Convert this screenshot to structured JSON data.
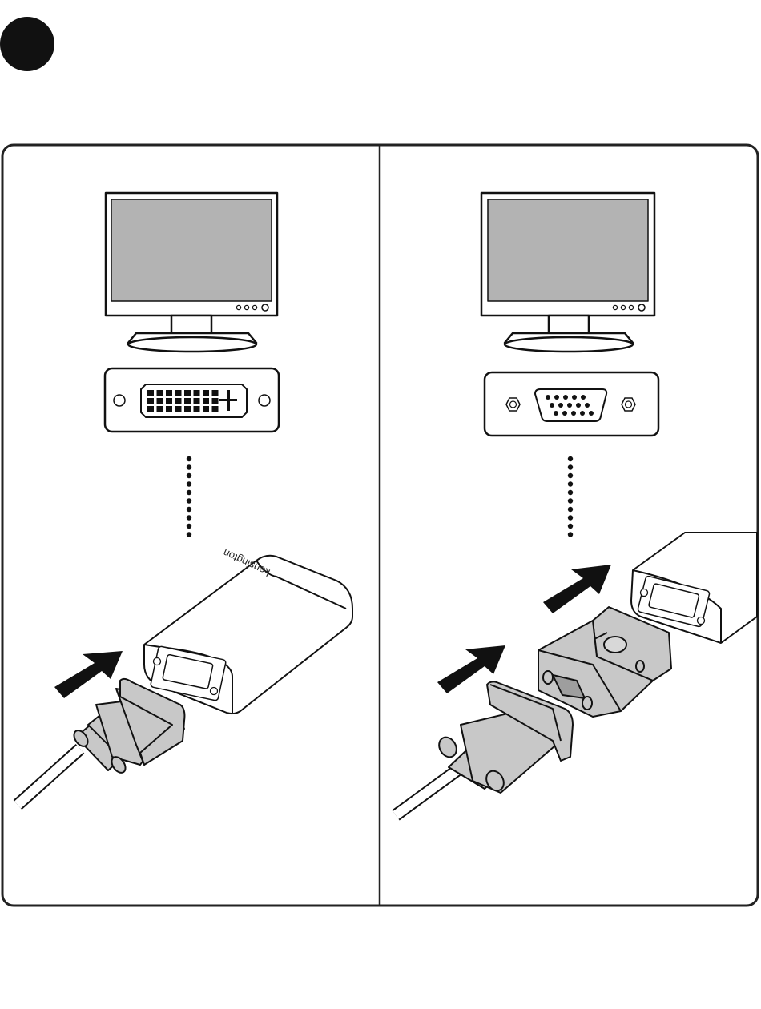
{
  "step_marker": {
    "shape": "filled-circle",
    "color": "#111111"
  },
  "panels": [
    {
      "id": "dvi",
      "monitor_icon": "monitor-icon",
      "port_icon": "dvi-port-icon",
      "connector_icon": "dvi-cable-connector-icon",
      "device_icon": "usb-display-adapter-icon",
      "device_brand": "kensington"
    },
    {
      "id": "vga",
      "monitor_icon": "monitor-icon",
      "port_icon": "vga-port-icon",
      "connector_icon": "vga-cable-connector-icon",
      "adapter_icon": "dvi-to-vga-adapter-icon",
      "device_icon": "usb-display-adapter-icon"
    }
  ],
  "colors": {
    "outline": "#111111",
    "screen": "#b3b3b3",
    "connector": "#c8c8c8",
    "arrow": "#111111",
    "panel_border": "#222222"
  }
}
